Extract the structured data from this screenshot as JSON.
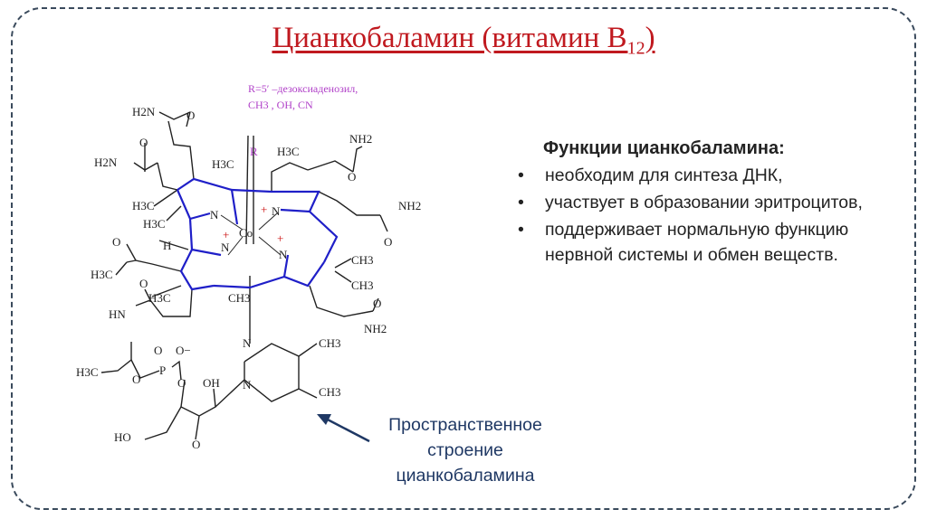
{
  "slide": {
    "title_main": "Цианкобаламин (витамин В",
    "title_sub": "12",
    "title_close": ")"
  },
  "structure": {
    "r_legend_line1": "R=5′ –дезоксиаденозил,",
    "r_legend_line2": "CH3 , OH, CN",
    "labels": {
      "r": "R",
      "co": "Co",
      "plus": "+",
      "n": "N",
      "h2n": "H2N",
      "nh2": "NH2",
      "o": "O",
      "h3c": "H3C",
      "ch3": "CH3",
      "h": "H",
      "hn": "HN",
      "oh": "OH",
      "ho": "HO",
      "o_minus": "O−",
      "p": "P"
    },
    "colors": {
      "bond": "#222222",
      "ring": "#1f1fc8",
      "legend": "#b040c8",
      "plus": "#cc1111"
    }
  },
  "functions": {
    "heading": "Функции цианкобаламина:",
    "items": [
      "необходим для синтеза ДНК,",
      "участвует в образовании эритроцитов,",
      "поддерживает нормальную функцию нервной системы и обмен веществ."
    ]
  },
  "caption": {
    "text": "Пространственное строение цианкобаламина"
  }
}
